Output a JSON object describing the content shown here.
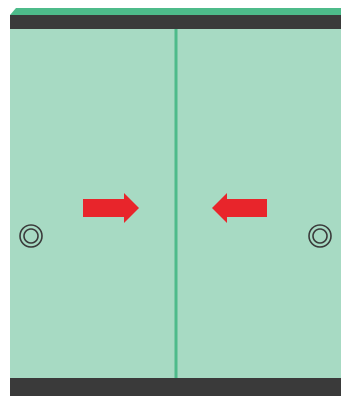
{
  "colors": {
    "panel": "#a7dac3",
    "seam": "#4dbb8a",
    "rail_top_accent": "#4dbb8a",
    "rail": "#3a3a3a",
    "arrow": "#e8252b",
    "handle": "#3a3a3a"
  },
  "doors": [
    {
      "id": "left-door",
      "handle": "left-door-handle",
      "arrow_direction": "right"
    },
    {
      "id": "right-door",
      "handle": "right-door-handle",
      "arrow_direction": "left"
    }
  ]
}
